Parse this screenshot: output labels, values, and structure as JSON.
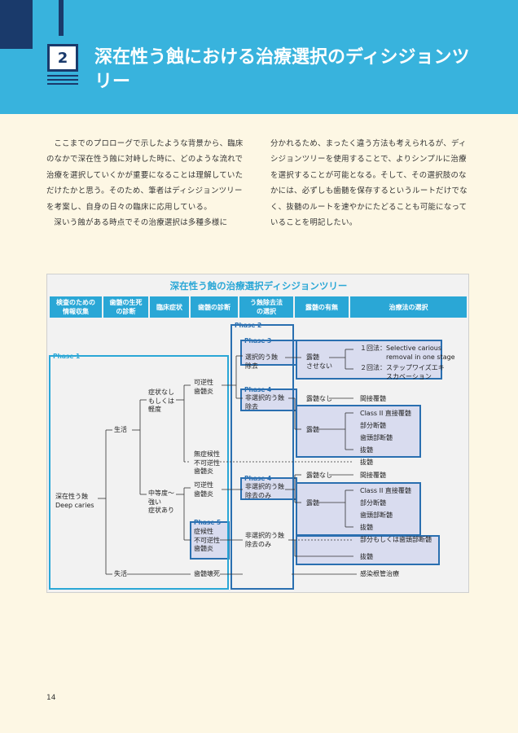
{
  "header": {
    "chapter_number": "2",
    "title": "深在性う蝕における治療選択のディシジョンツリー"
  },
  "body": {
    "left_paragraphs": [
      "ここまでのプロローグで示したような背景から、臨床のなかで深在性う蝕に対峙した時に、どのような流れで治療を選択していくかが重要になることは理解していただけたかと思う。そのため、筆者はディシジョンツリーを考案し、自身の日々の臨床に応用している。",
      "深いう蝕がある時点でその治療選択は多種多様に"
    ],
    "right_paragraphs": [
      "分かれるため、まったく違う方法も考えられるが、ディシジョンツリーを使用することで、よりシンプルに治療を選択することが可能となる。そして、その選択肢のなかには、必ずしも歯髄を保存するというルートだけでなく、抜髄のルートを速やかにたどることも可能になっていることを明記したい。"
    ]
  },
  "figure": {
    "title": "深在性う蝕の治療選択ディシジョンツリー",
    "columns": [
      "検査のための\n情報収集",
      "歯髄の生死\nの診断",
      "臨床症状",
      "歯髄の診断",
      "う蝕除去法\nの選択",
      "露髄の有無",
      "治療法の選択"
    ],
    "phases": [
      "Phase 1",
      "Phase 2",
      "Phase 3",
      "Phase 4",
      "Phase 4",
      "Phase 5"
    ],
    "nodes": {
      "root_ja": "深在性う蝕",
      "root_en": "Deep caries",
      "vital": "生活",
      "nonvital": "失活",
      "mild": "症状なし\nもしくは\n軽度",
      "severe": "中等度～\n強い\n症状あり",
      "rev1": "可逆性\n歯髄炎",
      "irrev_asym": "無症候性\n不可逆性\n歯髄炎",
      "rev2": "可逆性\n歯髄炎",
      "irrev_sym": "症候性\n不可逆性\n歯髄炎",
      "necrosis": "歯髄壊死",
      "sel": "選択的う蝕\n除去",
      "nonsel1": "非選択的う蝕\n除去",
      "nonsel2": "非選択的う蝕\n除去のみ",
      "nonsel3": "非選択的う蝕\n除去のみ",
      "exp_none": "露髄\nさせない",
      "exp_no1": "露髄なし",
      "exp_yes1": "露髄",
      "exp_no2": "露髄なし",
      "exp_yes2": "露髄",
      "step1": "１回法：Selective carious\n　　　　removal in one stage",
      "step2": "２回法：ステップワイズエキ\n　　　　スカベーション",
      "ipc1": "間接覆髄",
      "dpc1": "Class II  直接覆髄",
      "partial1": "部分断髄",
      "full1": "歯頭部断髄",
      "pulpect1": "抜髄",
      "pulpect_a": "抜髄",
      "ipc2": "間接覆髄",
      "dpc2": "Class II  直接覆髄",
      "partial2": "部分断髄",
      "full2": "歯頭部断髄",
      "pulpect2": "抜髄",
      "partial_or_full": "部分もしくは歯頭部断髄",
      "pulpect3": "抜髄",
      "rct": "感染根管治療"
    }
  },
  "page": {
    "number": "14"
  }
}
